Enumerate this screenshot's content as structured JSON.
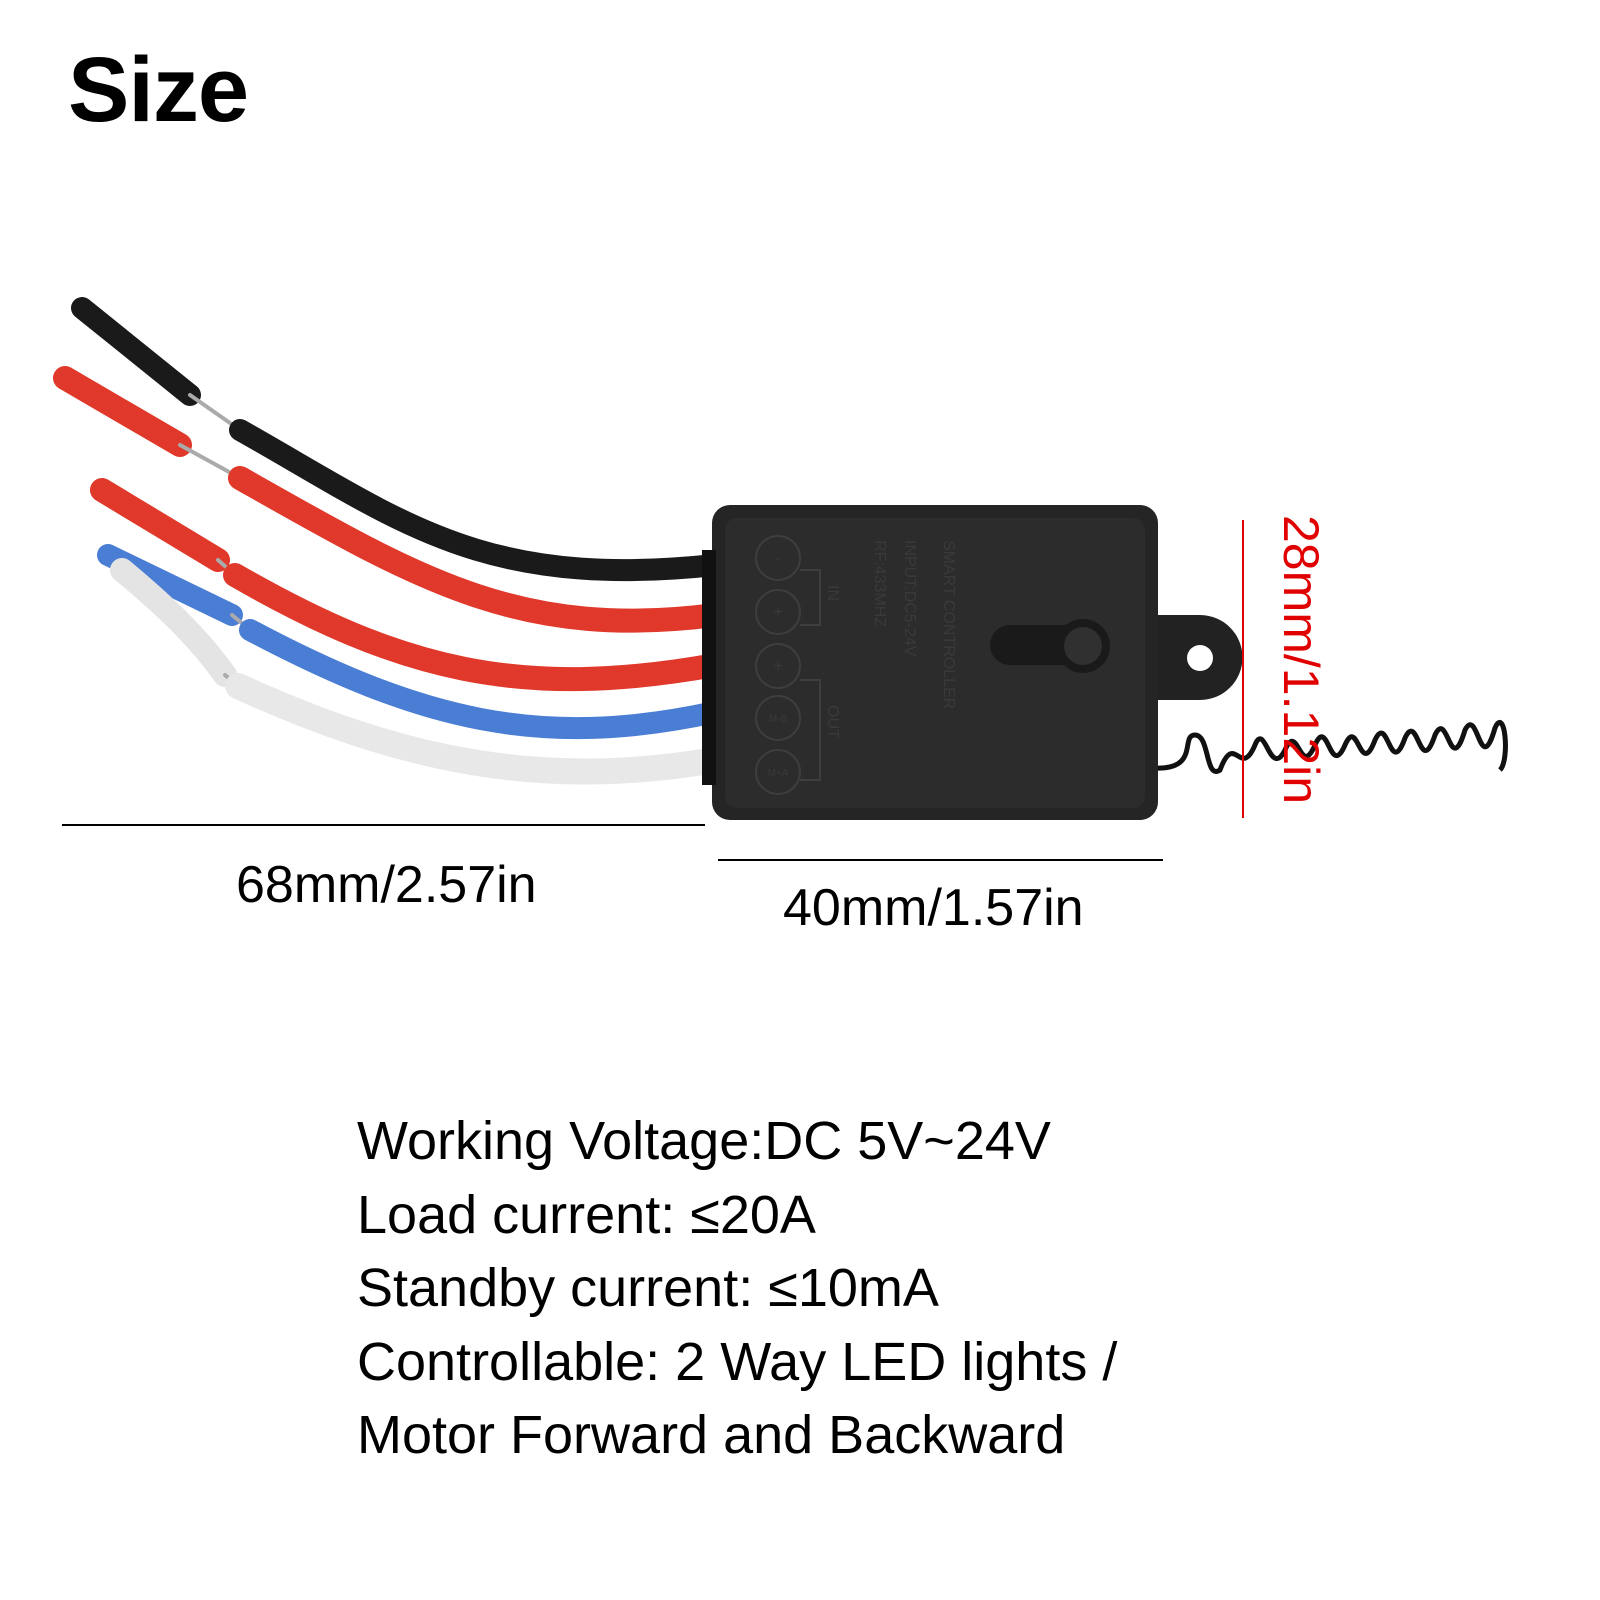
{
  "title": "Size",
  "dimensions": {
    "wire_length": "68mm/2.57in",
    "body_length": "40mm/1.57in",
    "body_width": "28mm/1.12in"
  },
  "device": {
    "name": "SMART CONTROLLER",
    "input": "INPUT:DC5-24V",
    "rf": "RF:433MHZ",
    "in_label": "IN",
    "out_label": "OUT",
    "pins": [
      "-",
      "+",
      "+",
      "M-B",
      "M+A"
    ]
  },
  "specs": [
    "Working Voltage:DC 5V~24V",
    "Load current: ≤20A",
    "Standby current: ≤10mA",
    "Controllable: 2 Way LED lights /",
    "Motor Forward and Backward"
  ],
  "colors": {
    "accent_red": "#e00000",
    "wire_black": "#1a1a1a",
    "wire_red": "#e0392b",
    "wire_blue": "#4a7ed4",
    "wire_white": "#ececec",
    "device_body": "#2a2a2a"
  }
}
